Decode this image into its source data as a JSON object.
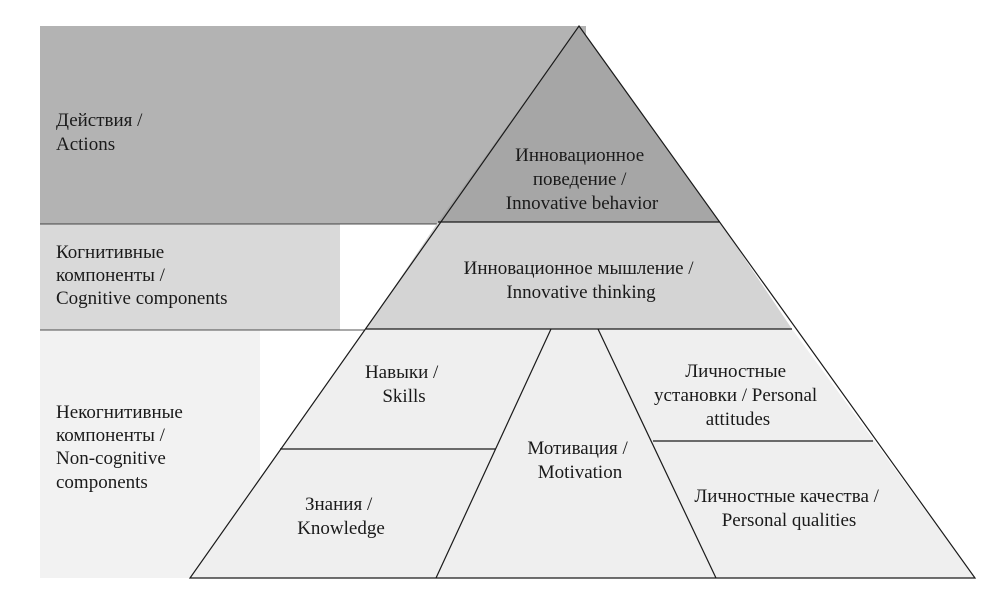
{
  "colors": {
    "band_actions": "#b3b3b3",
    "tri_actions": "#a6a6a6",
    "band_cognitive": "#d9d9d9",
    "tri_cognitive": "#d4d4d4",
    "band_noncognitive": "#f2f2f2",
    "tri_noncognitive": "#efefef"
  },
  "levels": {
    "actions": {
      "line1": "Действия /",
      "line2": "Actions"
    },
    "cognitive": {
      "line1": "Когнитивные",
      "line2": "компоненты /",
      "line3": "Cognitive components"
    },
    "noncognitive": {
      "line1": "Некогнитивные",
      "line2": "компоненты /",
      "line3": "Non-cognitive",
      "line4": "components"
    }
  },
  "pyramid": {
    "behavior": {
      "line1": "Инновационное",
      "line2": "поведение /",
      "line3": "Innovative behavior"
    },
    "thinking": {
      "line1": "Инновационное мышление /",
      "line2": "Innovative thinking"
    },
    "skills": {
      "line1": "Навыки /",
      "line2": "Skills"
    },
    "knowledge": {
      "line1": "Знания /",
      "line2": "Knowledge"
    },
    "motivation": {
      "line1": "Мотивация /",
      "line2": "Motivation"
    },
    "attitudes": {
      "line1": "Личностные",
      "line2": "установки / Personal",
      "line3": "attitudes"
    },
    "qualities": {
      "line1": "Личностные качества /",
      "line2": "Personal qualities"
    }
  }
}
